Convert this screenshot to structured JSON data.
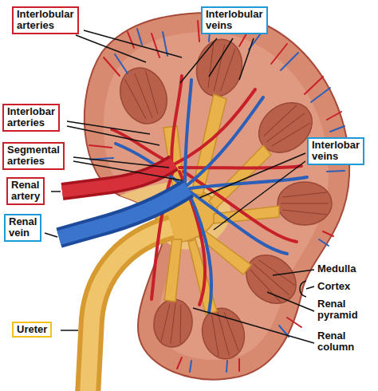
{
  "diagram": {
    "nodes": [
      {
        "text": [
          "Interlobular arteries"
        ]
      },
      {
        "text": [
          "Interlobular veins"
        ]
      },
      {
        "text": [
          "Interlobar arteries"
        ]
      },
      {
        "text": [
          "Segmental arteries"
        ]
      },
      {
        "text": [
          "Interlobar veins"
        ]
      },
      {
        "text": [
          "Renal artery"
        ]
      },
      {
        "text": [
          "Renal vein"
        ]
      },
      {
        "text": [
          "Ureter"
        ]
      }
    ],
    "labels": [
      "Medulla",
      "Cortex",
      "Renal pyramid",
      "Renal column"
    ]
  }
}
